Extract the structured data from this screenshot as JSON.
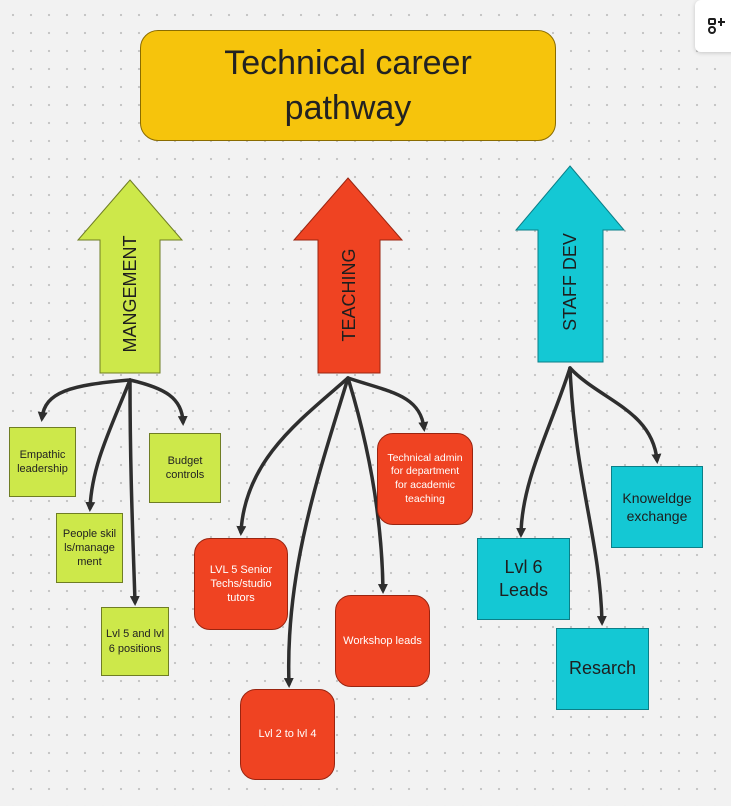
{
  "title": "Technical career pathway",
  "branches": {
    "management": {
      "label": "MANGEMENT",
      "color": "#cde84a",
      "items": [
        "Empathic leadership",
        "People skills/management",
        "Lvl 5 and lvl 6 positions",
        "Budget controls"
      ]
    },
    "teaching": {
      "label": "TEACHING",
      "color": "#ef4322",
      "items": [
        "LVL 5 Senior Techs/studio tutors",
        "Lvl 2 to lvl 4",
        "Workshop leads",
        "Technical admin for department for academic teaching"
      ]
    },
    "staff_dev": {
      "label": "STAFF DEV",
      "color": "#14c8d4",
      "items": [
        "Lvl 6 Leads",
        "Resarch",
        "Knoweldge exchange"
      ]
    }
  },
  "toolbar": {
    "icon": "apps-icon"
  }
}
